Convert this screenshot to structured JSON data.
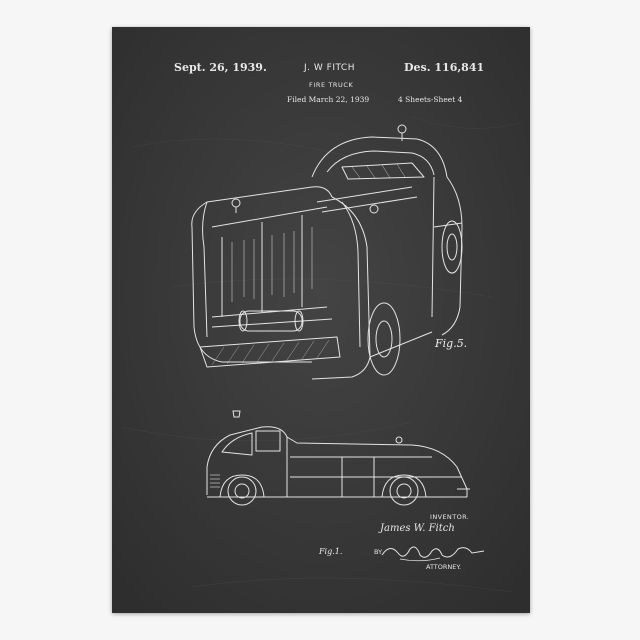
{
  "header": {
    "date": "Sept. 26, 1939.",
    "inventor": "J. W FITCH",
    "design_number": "Des. 116,841",
    "title": "FIRE TRUCK",
    "filed": "Filed March 22, 1939",
    "sheets": "4 Sheets-Sheet 4"
  },
  "figures": {
    "fig5_label": "Fig.5.",
    "fig1_label": "Fig.1."
  },
  "signature": {
    "inventor_label": "INVENTOR.",
    "inventor_name": "James W. Fitch",
    "by_label": "BY",
    "attorney_label": "ATTORNEY."
  },
  "colors": {
    "chalkboard": "#3a3a3a",
    "chalk": "#e8e8e8",
    "frame": "#f6f6f6"
  }
}
